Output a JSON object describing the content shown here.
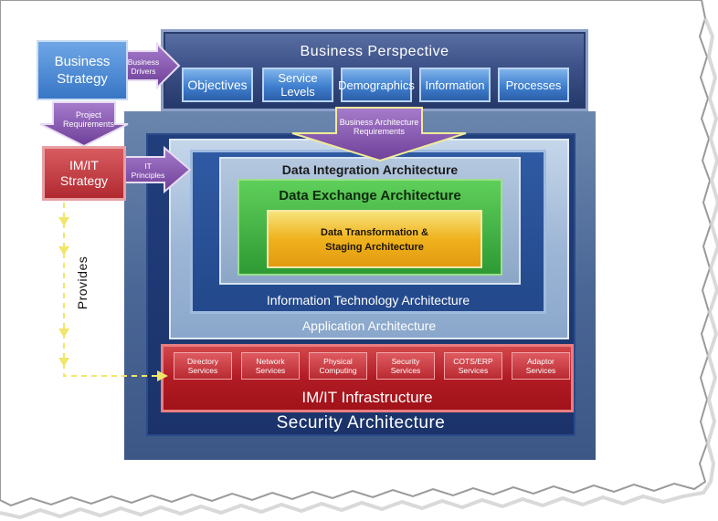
{
  "business_perspective": {
    "title": "Business Perspective",
    "items": [
      "Objectives",
      "Service\nLevels",
      "Demographics",
      "Information",
      "Processes"
    ]
  },
  "business_strategy": "Business\nStrategy",
  "business_drivers": "Business\nDrivers",
  "project_requirements": "Project\nRequirements",
  "imit_strategy": "IM/IT\nStrategy",
  "it_principles": "IT\nPrinciples",
  "business_arch_requirements": "Business Architecture\nRequirements",
  "provides": "Provides",
  "layers": {
    "data_integration": "Data Integration Architecture",
    "data_exchange": "Data Exchange Architecture",
    "data_transformation": "Data Transformation &\nStaging Architecture",
    "information_technology": "Information Technology Architecture",
    "application": "Application Architecture",
    "infrastructure": "IM/IT Infrastructure",
    "security": "Security Architecture"
  },
  "services": [
    "Directory\nServices",
    "Network\nServices",
    "Physical\nComputing",
    "Security\nServices",
    "COTS/ERP\nServices",
    "Adaptor\nServices"
  ],
  "colors": {
    "perspective_blue": "#3d5288",
    "strategy_red": "#b02a30",
    "arrow_purple": "#8a5fb0",
    "exchange_green": "#2e9a34",
    "transform_gold": "#efb21d",
    "provides_line": "#f0e66a"
  }
}
